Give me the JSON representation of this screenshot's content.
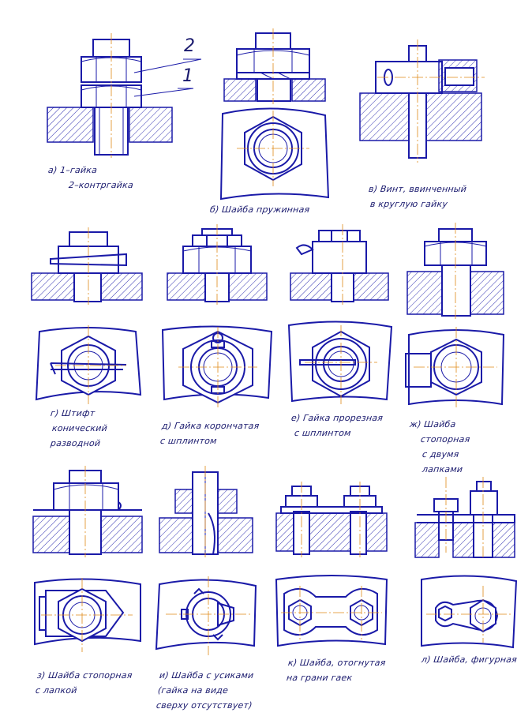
{
  "labels": {
    "two": "2",
    "one": "1"
  },
  "captions": {
    "a": [
      "а) 1–гайка",
      "2–контргайка"
    ],
    "b": [
      "б) Шайба пружинная"
    ],
    "v": [
      "в) Винт, ввинченный",
      "в круглую гайку"
    ],
    "g": [
      "г) Штифт",
      "конический",
      "разводной"
    ],
    "d": [
      "д) Гайка корончатая",
      "с шплинтом"
    ],
    "e": [
      "е) Гайка прорезная",
      "с шплинтом"
    ],
    "zh": [
      "ж) Шайба",
      "стопорная",
      "с двумя",
      "лапками"
    ],
    "z": [
      "з) Шайба стопорная",
      "с лапкой"
    ],
    "i": [
      "и) Шайба с усиками",
      "(гайка на виде",
      "сверху отсутствует)"
    ],
    "k": [
      "к) Шайба, отогнутая",
      "на грани гаек"
    ],
    "l": [
      "л) Шайба, фигурная"
    ]
  },
  "colors": {
    "outline": "#1a1aa8",
    "centerline": "#e08a1a",
    "text": "#1a1a6e"
  }
}
